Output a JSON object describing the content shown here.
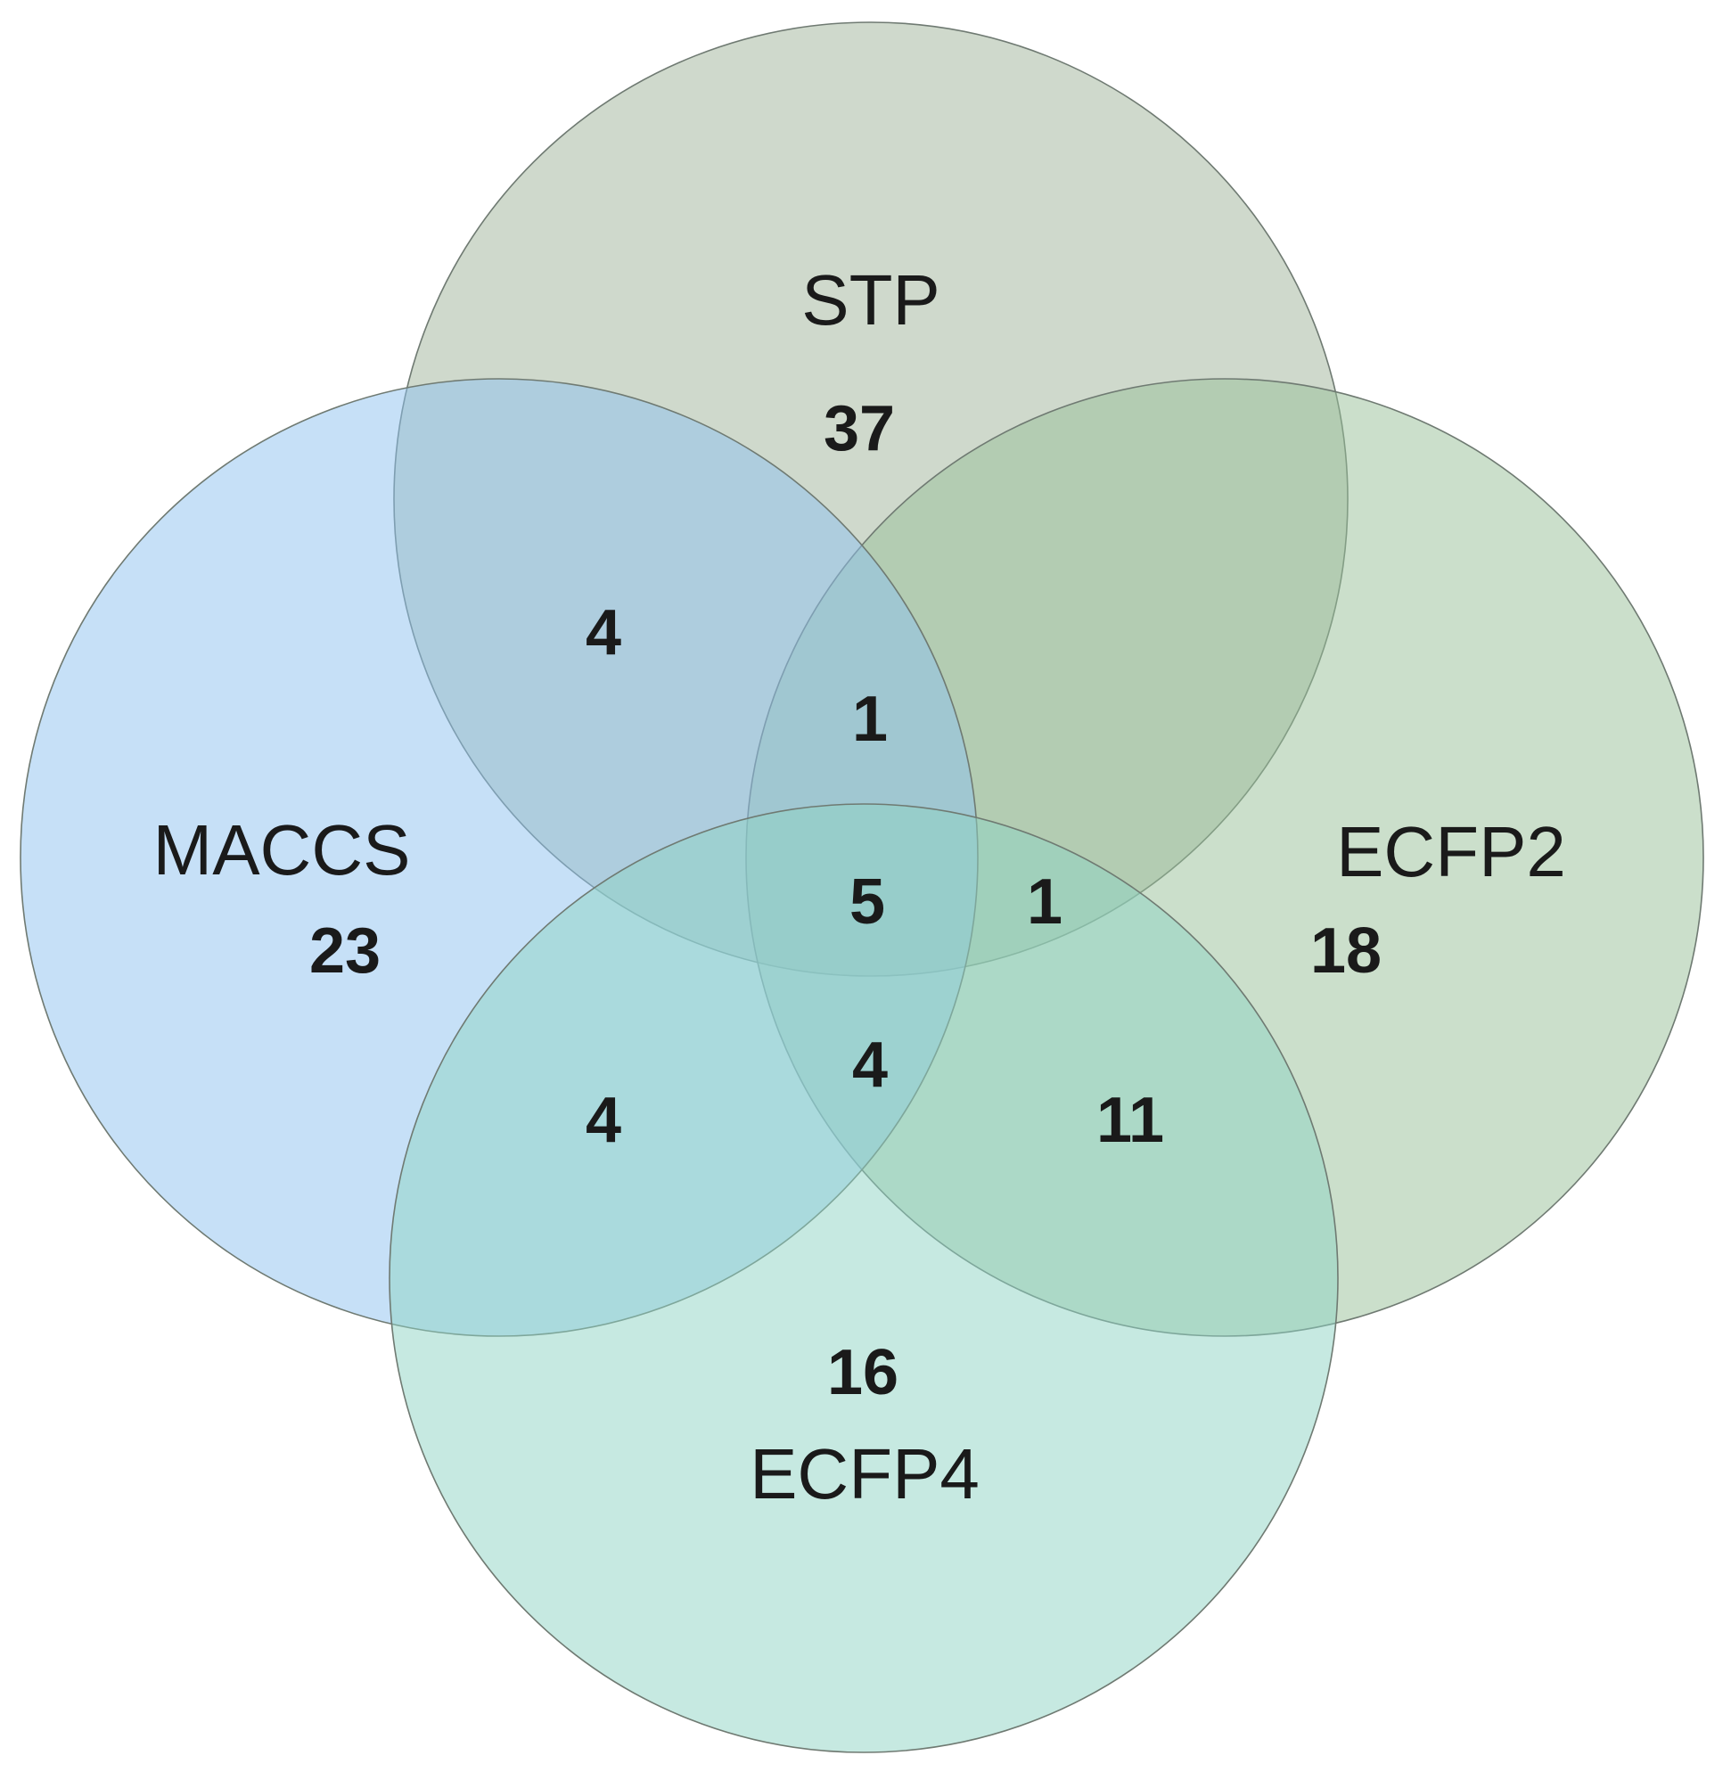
{
  "sets": [
    {
      "id": "stp",
      "label": "STP",
      "color": "#9fb39a"
    },
    {
      "id": "maccs",
      "label": "MACCS",
      "color": "#8ec2ef"
    },
    {
      "id": "ecfp2",
      "label": "ECFP2",
      "color": "#97bf97"
    },
    {
      "id": "ecfp4",
      "label": "ECFP4",
      "color": "#8dd4c3"
    }
  ],
  "regions": [
    {
      "id": "stp-only",
      "value": "37"
    },
    {
      "id": "maccs-only",
      "value": "23"
    },
    {
      "id": "ecfp2-only",
      "value": "18"
    },
    {
      "id": "ecfp4-only",
      "value": "16"
    },
    {
      "id": "stp-maccs",
      "value": "4"
    },
    {
      "id": "maccs-ecfp4",
      "value": "4"
    },
    {
      "id": "ecfp2-ecfp4",
      "value": "11"
    },
    {
      "id": "stp-maccs-ecfp2",
      "value": "1"
    },
    {
      "id": "all-four",
      "value": "5"
    },
    {
      "id": "stp-ecfp2-ecfp4",
      "value": "1"
    },
    {
      "id": "maccs-ecfp2-ecfp4",
      "value": "4"
    }
  ]
}
